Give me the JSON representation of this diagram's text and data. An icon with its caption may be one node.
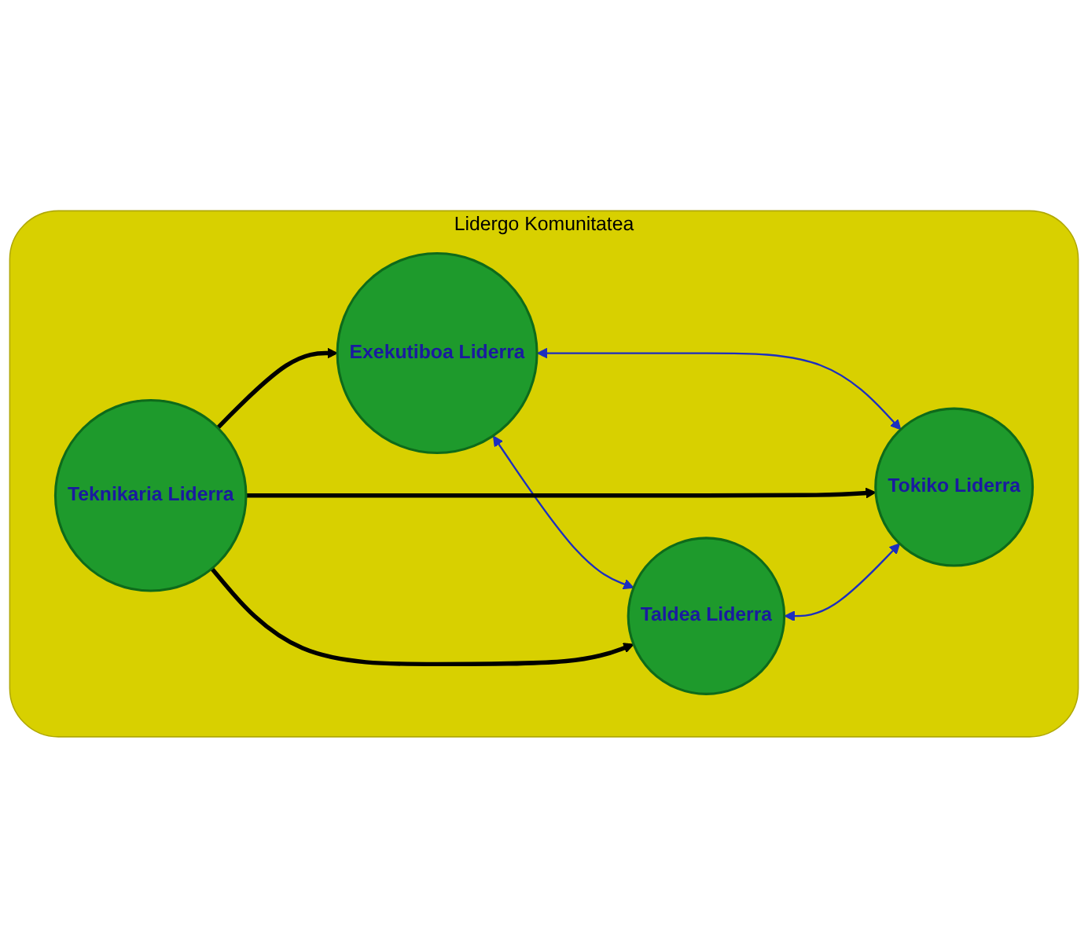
{
  "diagram": {
    "nodes": [
      {
        "text": [
          "Lidergo Komunitatea"
        ]
      },
      {
        "text": [
          "Exekutiboa Liderra"
        ],
        "in": 0
      },
      {
        "text": [
          "Teknikaria Liderra"
        ],
        "in": 0
      },
      {
        "text": [
          "Taldea Liderra"
        ],
        "in": 0
      },
      {
        "text": [
          "Tokiko Liderra"
        ],
        "in": 0
      }
    ],
    "edges": [
      {
        "from": 1,
        "to": 3,
        "arrow": "both",
        "color": "#1c2ec0"
      },
      {
        "from": 1,
        "to": 4,
        "arrow": "both",
        "color": "#1c2ec0"
      },
      {
        "from": 2,
        "to": 1,
        "arrow": "to",
        "style": "thick",
        "color": "#000000"
      },
      {
        "from": 2,
        "to": 3,
        "arrow": "to",
        "style": "thick",
        "color": "#000000"
      },
      {
        "from": 2,
        "to": 4,
        "arrow": "to",
        "style": "thick",
        "color": "#000000"
      },
      {
        "from": 3,
        "to": 4,
        "arrow": "both",
        "color": "#1c2ec0"
      }
    ]
  }
}
